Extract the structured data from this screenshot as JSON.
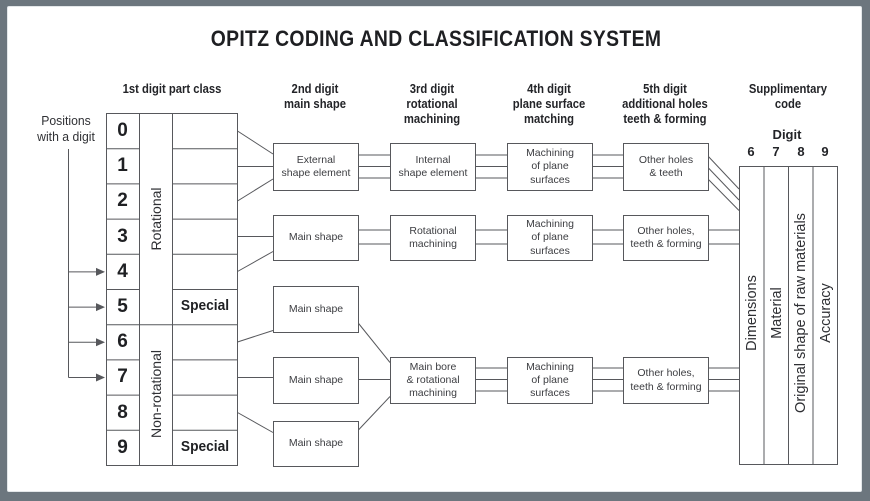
{
  "title": "OPITZ CODING AND CLASSIFICATION SYSTEM",
  "colors": {
    "frame_gray": "#6c767e",
    "panel_white": "#ffffff",
    "line_gray": "#57585c",
    "text_black": "#1f2023"
  },
  "positions_label": "Positions\nwith a digit",
  "headers": {
    "col1": "1st digit part class",
    "col2": "2nd digit\nmain shape",
    "col3": "3rd digit\nrotational\nmachining",
    "col4": "4th digit\nplane surface\nmatching",
    "col5": "5th digit\nadditional holes\nteeth & forming",
    "supplementary": "Supplimentary\ncode"
  },
  "class_table": {
    "digits": [
      "0",
      "1",
      "2",
      "3",
      "4",
      "5",
      "6",
      "7",
      "8",
      "9"
    ],
    "group_rotational": "Rotational",
    "group_non_rotational": "Non-rotational",
    "special_label": "Special"
  },
  "boxes": {
    "external_shape": "External\nshape element",
    "internal_shape": "Internal\nshape element",
    "main_shape": "Main shape",
    "rotational_machining": "Rotational\nmachining",
    "main_bore": "Main bore\n& rotational\nmachining",
    "machining_plane": "Machining\nof plane\nsurfaces",
    "other_holes_teeth": "Other holes\n& teeth",
    "other_holes_forming": "Other holes,\nteeth & forming"
  },
  "supplementary": {
    "digit_label": "Digit",
    "digits": [
      "6",
      "7",
      "8",
      "9"
    ],
    "columns": [
      "Dimensions",
      "Material",
      "Original shape of raw materials",
      "Accuracy"
    ]
  }
}
